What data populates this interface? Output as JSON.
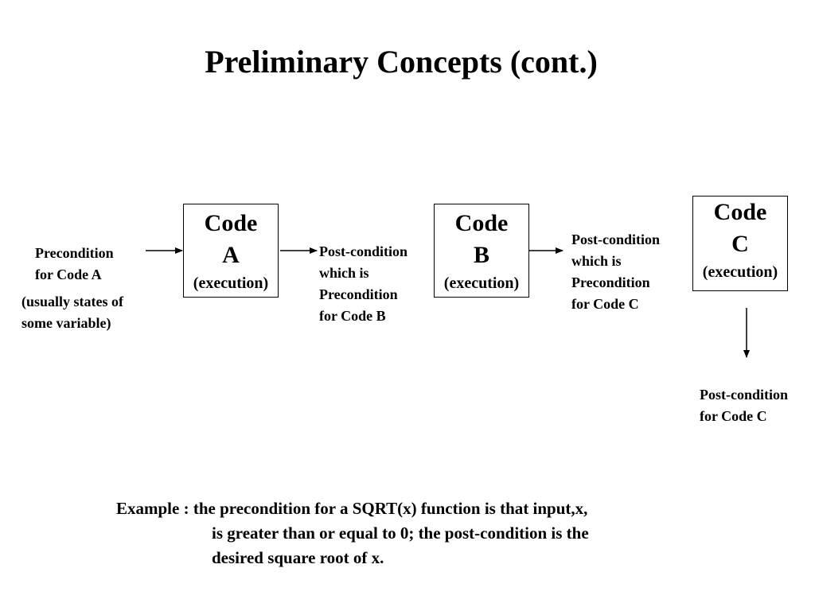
{
  "title": "Preliminary Concepts (cont.)",
  "boxes": {
    "a": {
      "line1": "Code",
      "line2": "A",
      "line3": "(execution)"
    },
    "b": {
      "line1": "Code",
      "line2": "B",
      "line3": "(execution)"
    },
    "c": {
      "line1": "Code",
      "line2": "C",
      "line3": "(execution)"
    }
  },
  "labels": {
    "precondition_a": [
      "Precondition",
      "for Code A"
    ],
    "precondition_note": [
      "(usually states of",
      "some variable)"
    ],
    "post_a": [
      "Post-condition",
      "which is",
      "Precondition",
      "for Code B"
    ],
    "post_b": [
      "Post-condition",
      "which is",
      "Precondition",
      "for Code C"
    ],
    "post_c": [
      "Post-condition",
      "for Code C"
    ]
  },
  "example": [
    "Example : the precondition for a SQRT(x) function is that input,x,",
    "is greater than or equal to 0; the post-condition is the",
    "desired square root of  x."
  ]
}
